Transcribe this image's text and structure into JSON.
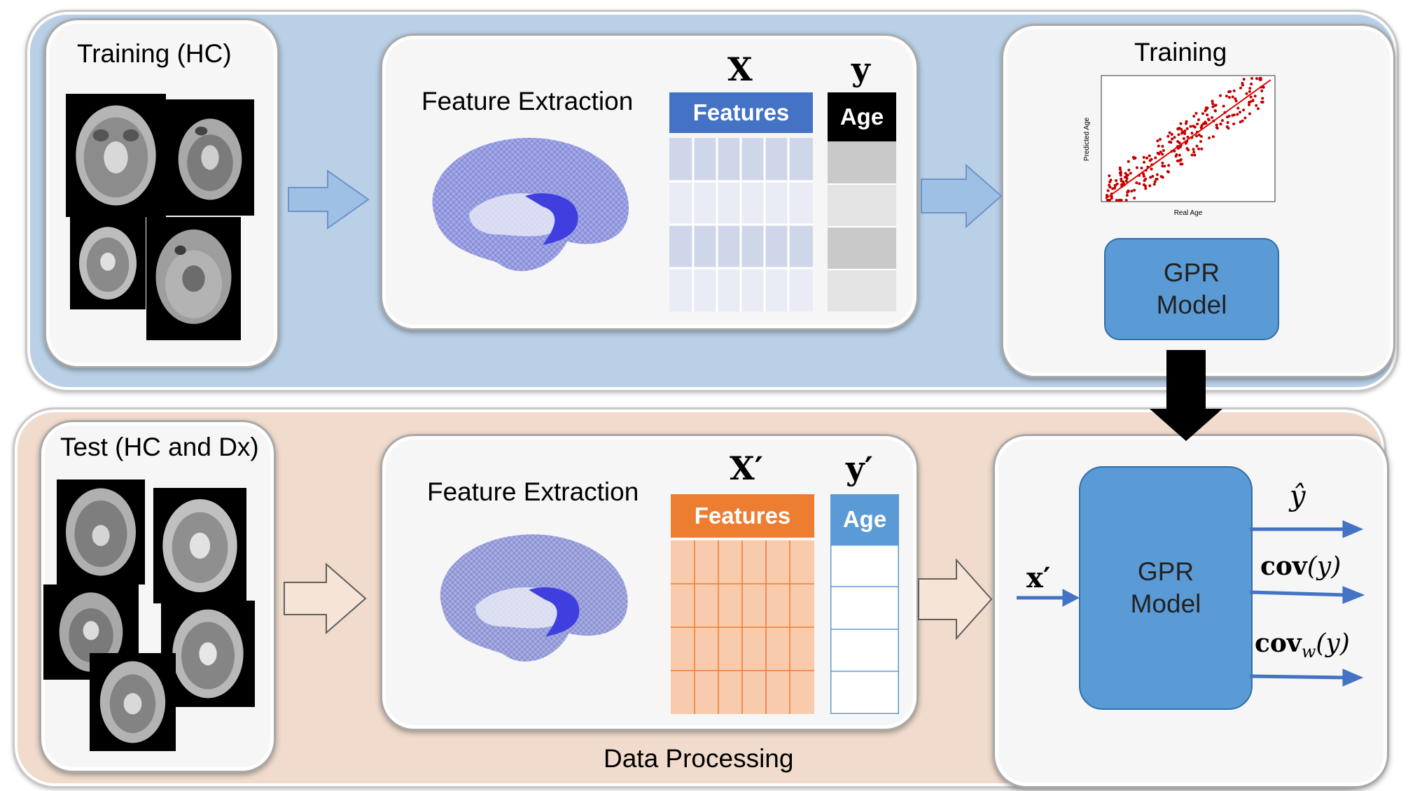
{
  "colors": {
    "training_band": "#b9d0e6",
    "test_band": "#f0dbcc",
    "gpr_box": "#5b9bd5",
    "features_blue": "#4472c4",
    "features_orange": "#ed7d31",
    "age_black": "#000000",
    "age_blue": "#5b9bd5",
    "arrow_blue": "#4472c4",
    "scatter_red": "#c00000"
  },
  "training_section": {
    "images_title": "Training (HC)",
    "feature_extraction_title": "Feature Extraction",
    "matrix_label": "X",
    "target_label": "y",
    "features_header": "Features",
    "age_header": "Age",
    "training_title": "Training",
    "scatter": {
      "xlabel": "Real Age",
      "ylabel": "Predicted Age"
    },
    "model_line1": "GPR",
    "model_line2": "Model"
  },
  "test_section": {
    "images_title": "Test (HC and Dx)",
    "feature_extraction_title": "Feature Extraction",
    "matrix_label": "X′",
    "target_label": "y′",
    "features_header": "Features",
    "age_header": "Age",
    "model_line1": "GPR",
    "model_line2": "Model",
    "input_label": "x′",
    "output_1": "ŷ",
    "output_2_bold": "cov",
    "output_2_rest": "(y)",
    "output_3_bold": "cov",
    "output_3_sub": "w",
    "output_3_rest": "(y)",
    "footer_label": "Data Processing"
  }
}
